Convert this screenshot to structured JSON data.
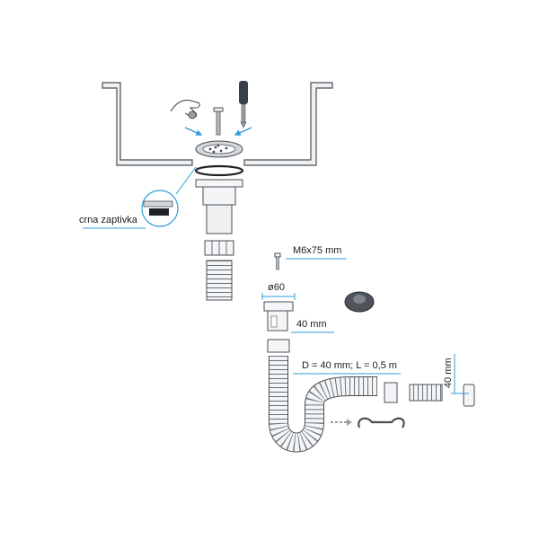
{
  "colors": {
    "line": "#4a4f55",
    "accent": "#2e9fd8",
    "background": "#ffffff"
  },
  "icons": [
    "hand-icon",
    "screwdriver-icon",
    "bolt-icon",
    "arrow-icon"
  ],
  "labels": {
    "gasket": "crna zaptivka",
    "screw": "M6x75 mm",
    "diameter": "ø60",
    "pipe_width": "40 mm",
    "hose": "D = 40 mm; L = 0,5 m",
    "vertical": "40 mm"
  }
}
